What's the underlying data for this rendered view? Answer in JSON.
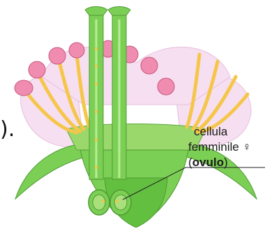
{
  "labels": {
    "line1": "cellula",
    "line2": "femminile ♀",
    "line3_open": "(",
    "line3_bold": "ovulo",
    "line3_close": ")"
  },
  "leading_text": ")."
}
